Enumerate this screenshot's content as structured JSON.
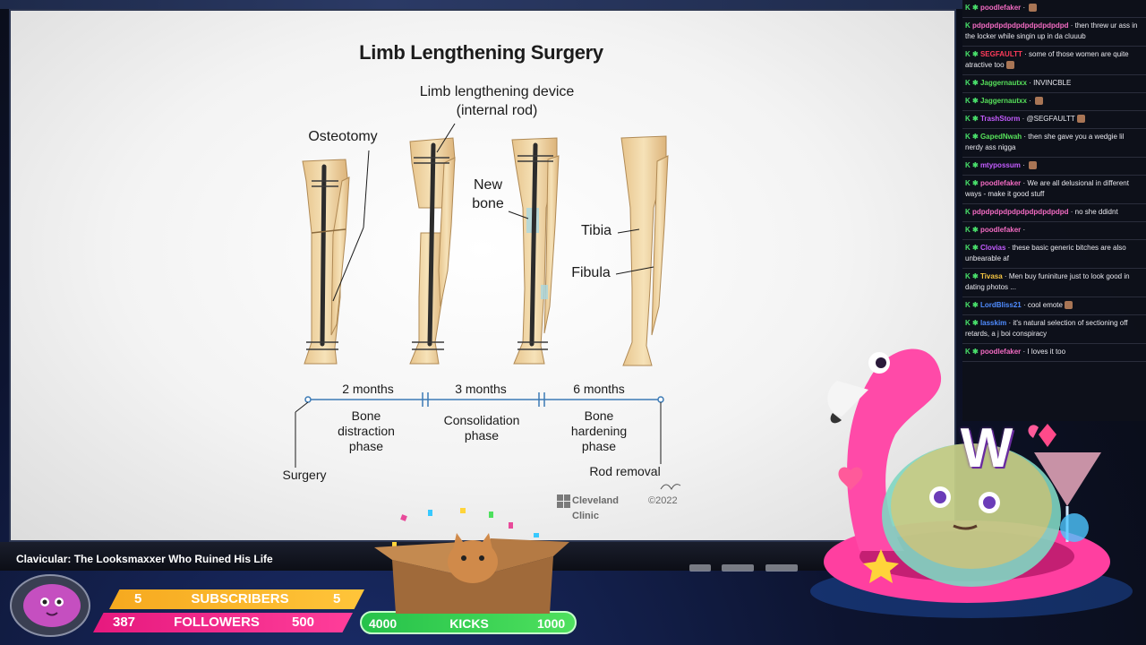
{
  "diagram": {
    "title": "Limb Lengthening Surgery",
    "labels": {
      "device": "Limb lengthening device\n(internal rod)",
      "osteotomy": "Osteotomy",
      "new_bone": "New\nbone",
      "tibia": "Tibia",
      "fibula": "Fibula"
    },
    "timeline": {
      "phases": [
        {
          "duration": "2 months",
          "name": "Bone\ndistraction\nphase"
        },
        {
          "duration": "3 months",
          "name": "Consolidation\nphase"
        },
        {
          "duration": "6 months",
          "name": "Bone\nhardening\nphase"
        }
      ],
      "start": "Surgery",
      "end": "Rod removal"
    },
    "credit": "Cleveland Clinic",
    "copyright": "©2022",
    "signature": "Ew"
  },
  "video": {
    "title": "Clavicular: The Looksmaxxer Who Ruined His Life"
  },
  "chat": [
    {
      "user": "poodlefaker",
      "color": "#f26bc2",
      "text": ""
    },
    {
      "user": "pdpdpdpdpdpdpdpdpdpdpd",
      "color": "#f26bc2",
      "text": "then threw ur ass in the locker while singin up in da cluuub"
    },
    {
      "user": "SEGFAULTT",
      "color": "#ff3b5a",
      "text": "some of those women are quite atractive too"
    },
    {
      "user": "Jaggernautxx",
      "color": "#56e05a",
      "text": "INVINCBLE"
    },
    {
      "user": "Jaggernautxx",
      "color": "#56e05a",
      "text": ""
    },
    {
      "user": "TrashStorm",
      "color": "#c45cff",
      "text": "@SEGFAULTT"
    },
    {
      "user": "GapedNwah",
      "color": "#56e05a",
      "text": "then she gave you a wedgie lil nerdy ass nigga"
    },
    {
      "user": "mtypossum",
      "color": "#c45cff",
      "text": ""
    },
    {
      "user": "poodlefaker",
      "color": "#f26bc2",
      "text": "We are all delusional in different ways - make it good stuff"
    },
    {
      "user": "pdpdpdpdpdpdpdpdpdpdpd",
      "color": "#f26bc2",
      "text": "no she ddidnt"
    },
    {
      "user": "poodlefaker",
      "color": "#f26bc2",
      "text": ""
    },
    {
      "user": "Clovias",
      "color": "#c45cff",
      "text": "these basic generic bitches are also unbearable af"
    },
    {
      "user": "Tivasa",
      "color": "#f5c542",
      "text": "Men buy funiniture just to look good in dating photos ..."
    },
    {
      "user": "LordBliss21",
      "color": "#4f8cff",
      "text": "cool emote"
    },
    {
      "user": "lasskim",
      "color": "#4f8cff",
      "text": "it's natural selection of sectioning off retards, a j boi conspiracy"
    },
    {
      "user": "poodlefaker",
      "color": "#f26bc2",
      "text": "I loves it too"
    }
  ],
  "goals": {
    "subscribers": {
      "current": "5",
      "label": "SUBSCRIBERS",
      "target": "5"
    },
    "followers": {
      "current": "387",
      "label": "FOLLOWERS",
      "target": "500"
    },
    "kicks": {
      "current": "4000",
      "label": "KICKS",
      "target": "1000"
    }
  },
  "overlay": {
    "badge_letter": "W"
  }
}
